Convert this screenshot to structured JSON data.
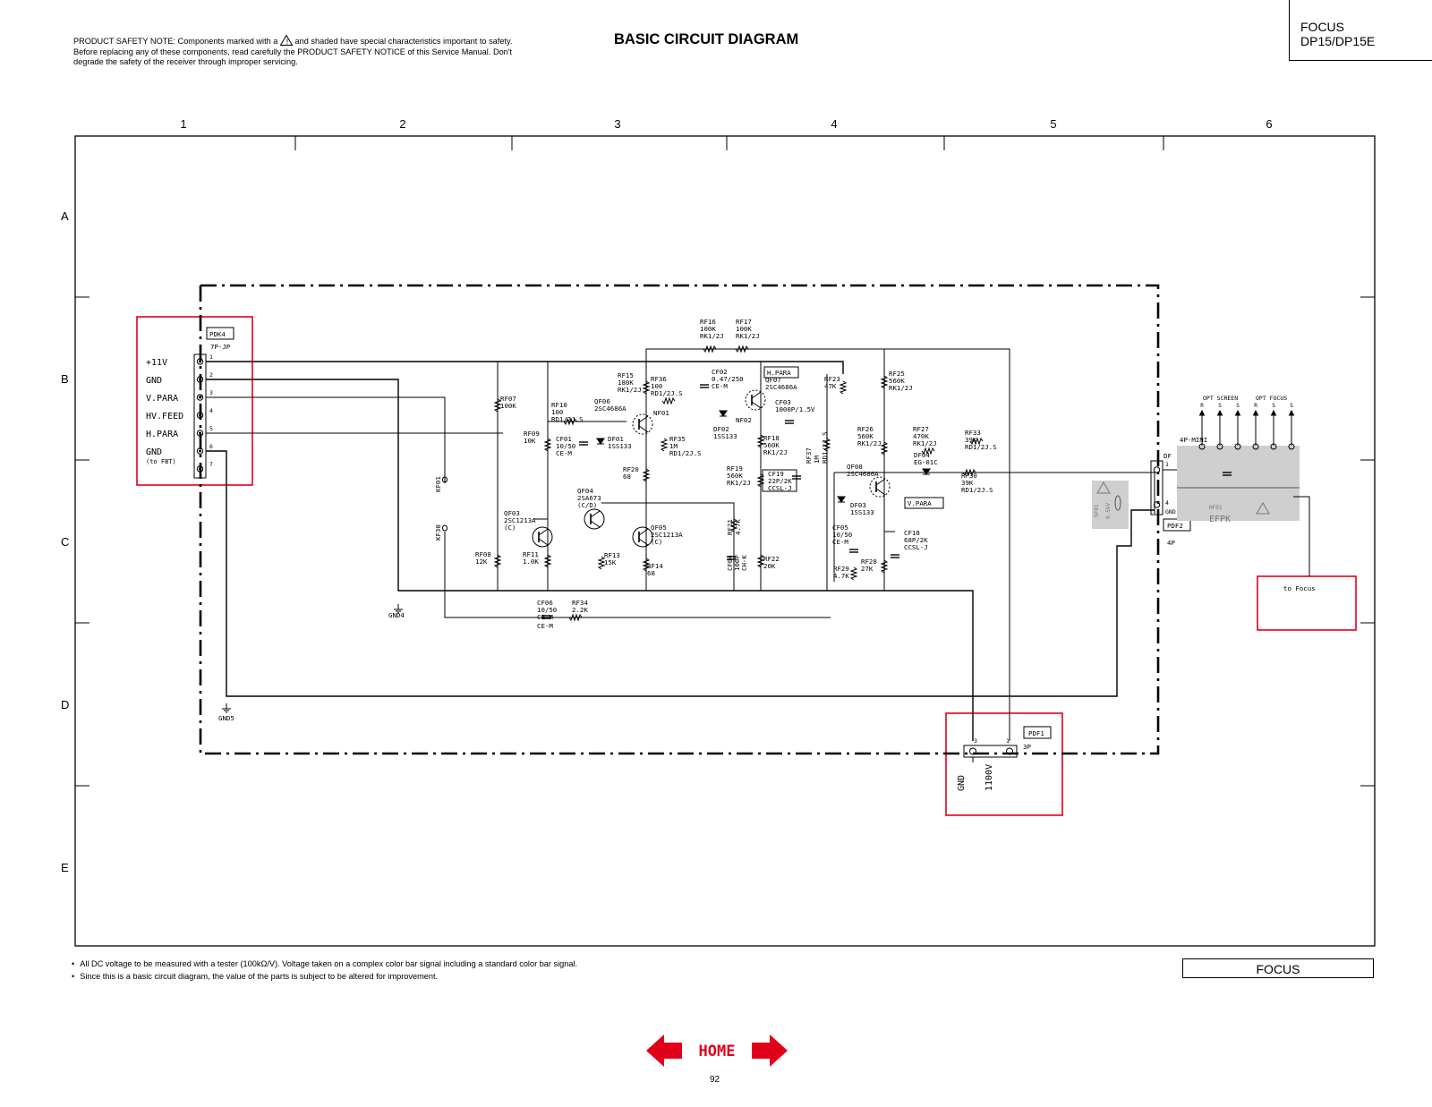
{
  "header": {
    "safety_note_1": "PRODUCT SAFETY NOTE: Components marked with a",
    "safety_note_2": "and shaded have special characteristics important to safety. Before replacing any of these components, read carefully the PRODUCT SAFETY NOTICE of this Service Manual. Don't degrade the safety of the receiver through improper servicing.",
    "title": "BASIC CIRCUIT DIAGRAM",
    "model_line1": "FOCUS",
    "model_line2": "DP15/DP15E"
  },
  "grid": {
    "columns": [
      "1",
      "2",
      "3",
      "4",
      "5",
      "6"
    ],
    "rows": [
      "A",
      "B",
      "C",
      "D",
      "E"
    ]
  },
  "connectors": {
    "pdk4": {
      "ref": "PDK4",
      "type": "7P-JP",
      "pins": [
        "1",
        "2",
        "3",
        "4",
        "5",
        "6",
        "7"
      ],
      "labels": [
        "+11V",
        "GND",
        "V.PARA",
        "HV.FEED",
        "H.PARA",
        "GND",
        "(to FBT)"
      ]
    },
    "pdf1": {
      "ref": "PDF1",
      "type": "3P",
      "pin1": "1",
      "pin3": "3",
      "label_gnd": "GND",
      "label_v": "1100V"
    },
    "pdf2": {
      "ref": "PDF2",
      "type": "4P",
      "pin1": "1",
      "pin4": "4"
    },
    "df": "DF",
    "gnd_label": "GND",
    "four_p_mini": "4P-MINI",
    "opt_screen": "OPT SCREEN",
    "opt_focus": "OPT FOCUS",
    "efpk": "EFPK",
    "hf01": "HF01",
    "sf01": "SF01",
    "sf01_val": "0.5kV",
    "to_focus": "to Focus",
    "pin_r": "R",
    "pin_s": "S"
  },
  "components": {
    "rf16": [
      "RF16",
      "100K",
      "RK1/2J"
    ],
    "rf17": [
      "RF17",
      "100K",
      "RK1/2J"
    ],
    "h_para_tag": "H.PARA",
    "qf07": [
      "QF07",
      "2SC4686A"
    ],
    "rf15": [
      "RF15",
      "180K",
      "RK1/2J"
    ],
    "rf36": [
      "RF36",
      "100",
      "RD1/2J.S"
    ],
    "cf02": [
      "CF02",
      "0.47/250",
      "CE-M"
    ],
    "rf23": [
      "RF23",
      "47K"
    ],
    "rf25": [
      "RF25",
      "560K",
      "RK1/2J"
    ],
    "rf07": [
      "RF07",
      "100K"
    ],
    "rf10": [
      "RF10",
      "100",
      "RD1/2J.S"
    ],
    "qf06": [
      "QF06",
      "2SC4686A"
    ],
    "nf01": "NF01",
    "cf03": [
      "CF03",
      "1000P/1.5V"
    ],
    "nf02": "NF02",
    "df02": [
      "DF02",
      "1SS133"
    ],
    "rf09": [
      "RF09",
      "10K"
    ],
    "cf01": [
      "CF01",
      "10/50",
      "CE-M"
    ],
    "df01": [
      "DF01",
      "1SS133"
    ],
    "rf35": [
      "RF35",
      "1M",
      "RD1/2J.S"
    ],
    "rf18": [
      "RF18",
      "560K",
      "RK1/2J"
    ],
    "rf37": [
      "RF37",
      "1M",
      "RD1/2J.S"
    ],
    "rf26": [
      "RF26",
      "560K",
      "RK1/2J"
    ],
    "rf27": [
      "RF27",
      "470K",
      "RK1/2J"
    ],
    "rf33": [
      "RF33",
      "39K",
      "RD1/2J.S"
    ],
    "rf30": [
      "RF30",
      "39K",
      "RD1/2J.S"
    ],
    "rf20": [
      "RF20",
      "68"
    ],
    "rf19": [
      "RF19",
      "560K",
      "RK1/2J"
    ],
    "cf19": [
      "CF19",
      "22P/2K",
      "CCSL-J"
    ],
    "qf08": [
      "QF08",
      "2SC4686A"
    ],
    "df04": [
      "DF04",
      "EG-01C"
    ],
    "df03": [
      "DF03",
      "1SS133"
    ],
    "v_para_tag": "V.PARA",
    "qf04": [
      "QF04",
      "2SA673",
      "(C/D)"
    ],
    "qf03": [
      "QF03",
      "2SC1213A",
      "(C)"
    ],
    "qf05": [
      "QF05",
      "2SC1213A",
      "(C)"
    ],
    "rf21": [
      "RF21",
      "4.7K"
    ],
    "cf05": [
      "CF05",
      "10/50",
      "CE-M"
    ],
    "cf18": [
      "CF18",
      "68P/2K",
      "CCSL-J"
    ],
    "rf08": [
      "RF08",
      "12K"
    ],
    "rf11": [
      "RF11",
      "1.0K"
    ],
    "rf13": [
      "RF13",
      "15K"
    ],
    "rf14": [
      "RF14",
      "68"
    ],
    "cf04": [
      "CF04",
      "100P",
      "CH-K"
    ],
    "rf22": [
      "RF22",
      "20K"
    ],
    "rf28": [
      "RF28",
      "27K"
    ],
    "rf29": [
      "RF29",
      "4.7K"
    ],
    "cf06": [
      "CF06",
      "10/50",
      "CE-M"
    ],
    "rf34": [
      "RF34",
      "2.2K"
    ],
    "kf01": "KF01",
    "kf30": "KF30",
    "gnd4": "GND4",
    "gnd5": "GND5"
  },
  "footer": {
    "note1": "All DC voltage to be measured with a tester (100kΩ/V). Voltage taken on a complex color bar signal including a standard color bar signal.",
    "note2": "Since this is a basic circuit diagram, the value of the parts is subject to be altered for improvement.",
    "section_label": "FOCUS",
    "home_label": "HOME",
    "page_number": "92"
  },
  "colors": {
    "highlight_box": "#e0001a",
    "home_arrow": "#e0001a",
    "safety_shade": "#cfcfcf"
  }
}
